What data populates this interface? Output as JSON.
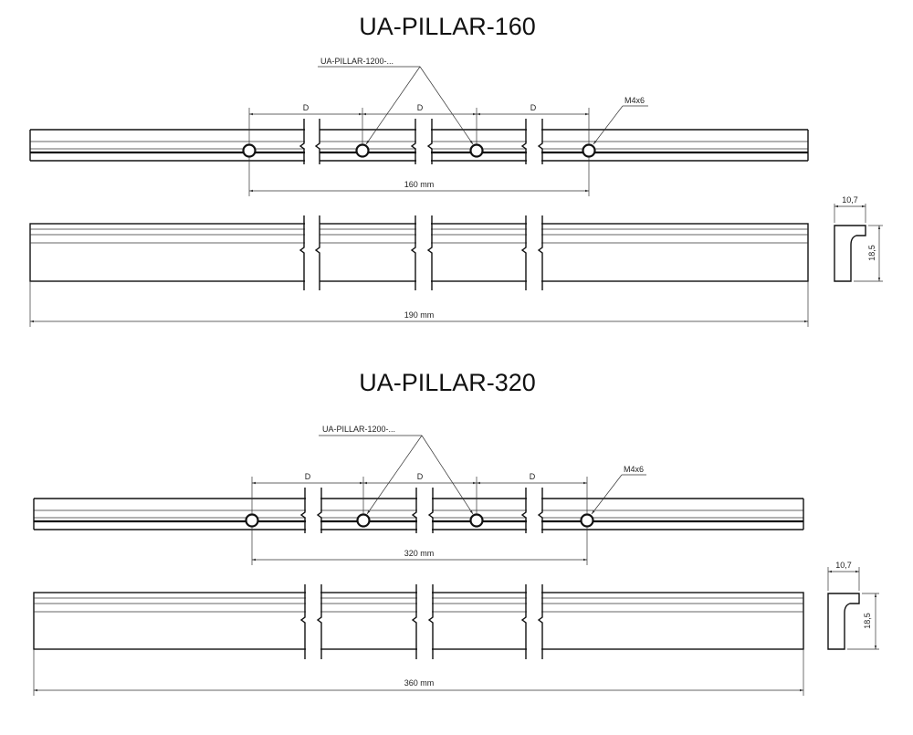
{
  "drawings": [
    {
      "title": "UA-PILLAR-160",
      "part_callout": "UA-PILLAR-1200-...",
      "spacing_label": "D",
      "hole_label": "M4x6",
      "hole_spacing_label": "160 mm",
      "overall_label": "190 mm",
      "profile_width_label": "10,7",
      "profile_height_label": "18,5"
    },
    {
      "title": "UA-PILLAR-320",
      "part_callout": "UA-PILLAR-1200-...",
      "spacing_label": "D",
      "hole_label": "M4x6",
      "hole_spacing_label": "320 mm",
      "overall_label": "360 mm",
      "profile_width_label": "10,7",
      "profile_height_label": "18,5"
    }
  ]
}
